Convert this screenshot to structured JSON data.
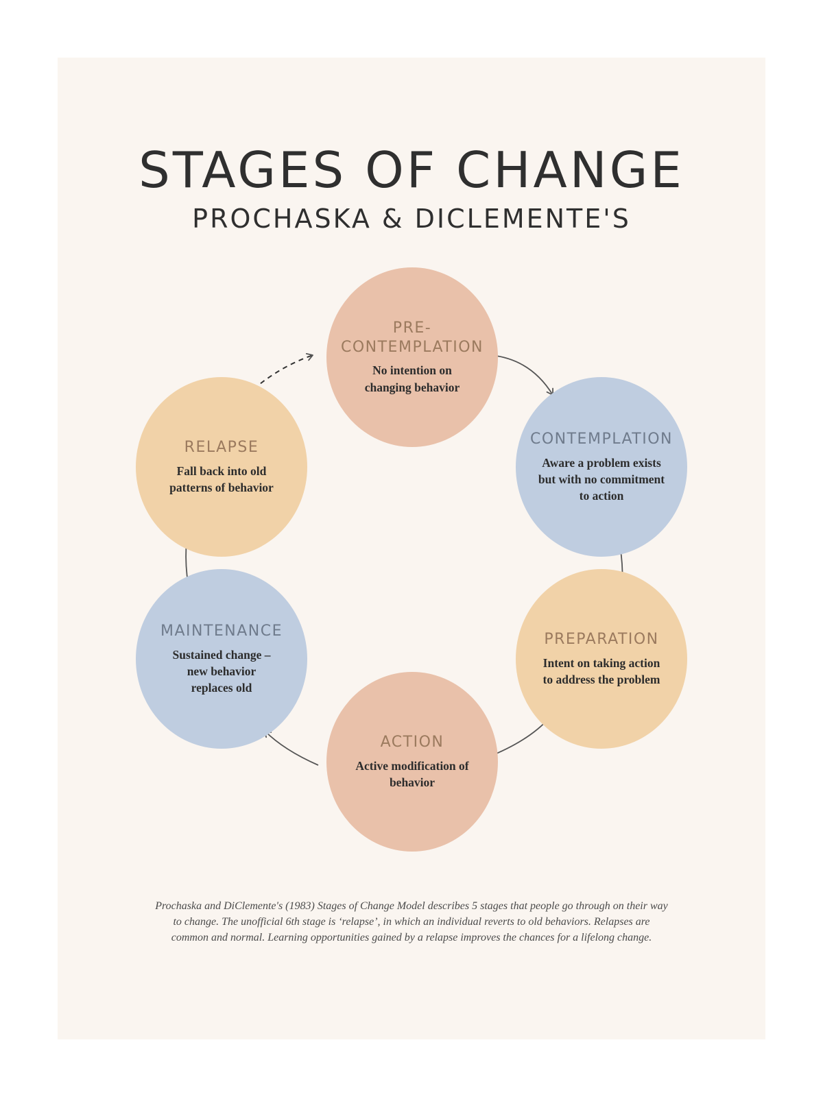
{
  "header": {
    "title": "STAGES OF CHANGE",
    "subtitle": "PROCHASKA & DICLEMENTE'S"
  },
  "colors": {
    "background": "#faf5f0",
    "salmon": "#e9c1aa",
    "blue": "#bfcde0",
    "peach": "#f1d2a8",
    "arrow": "#555555"
  },
  "stages": [
    {
      "name": "PRE-\nCONTEMPLATION",
      "description": "No intention on changing behavior",
      "color": "salmon"
    },
    {
      "name": "CONTEMPLATION",
      "description": "Aware a problem exists but with no commitment to action",
      "color": "blue"
    },
    {
      "name": "PREPARATION",
      "description": "Intent on taking action to address the problem",
      "color": "peach"
    },
    {
      "name": "ACTION",
      "description": "Active modification of behavior",
      "color": "salmon"
    },
    {
      "name": "MAINTENANCE",
      "description": "Sustained change – new behavior replaces old",
      "color": "blue"
    },
    {
      "name": "RELAPSE",
      "description": "Fall back into old patterns of behavior",
      "color": "peach"
    }
  ],
  "footnote": "Prochaska and DiClemente's (1983) Stages of Change Model describes 5 stages that people go through on their way to change. The unofficial 6th stage is ‘relapse’, in which an individual reverts to old behaviors. Relapses are common and normal. Learning opportunities gained by a relapse improves the chances for a lifelong change."
}
